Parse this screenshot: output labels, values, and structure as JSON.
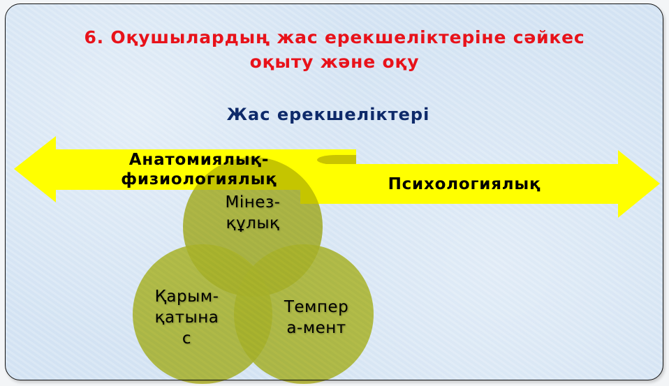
{
  "slide": {
    "title": "6. Оқушылардың жас ерекшеліктеріне сәйкес оқыту және оқу",
    "title_line1": "6. Оқушылардың жас ерекшеліктеріне сәйкес",
    "title_line2": "оқыту және оқу",
    "subtitle": "Жас ерекшеліктері"
  },
  "arrows": {
    "left": {
      "line1": "Анатомиялық-",
      "line2": "физиологиялық",
      "direction": "left"
    },
    "right": {
      "label": "Психологиялық",
      "direction": "right"
    }
  },
  "venn": {
    "circles": [
      {
        "id": "top",
        "line1": "Мінез-",
        "line2": "құлық"
      },
      {
        "id": "left",
        "line1": "Қарым-",
        "line2": "қатына",
        "line3": "с"
      },
      {
        "id": "right",
        "line1": "Темпер",
        "line2": "а-мент"
      }
    ]
  },
  "colors": {
    "title": "#e8121a",
    "subtitle": "#0e2a6a",
    "arrow": "#ffff00",
    "circle": "#c4c42c",
    "background": "#d6e5f4"
  }
}
